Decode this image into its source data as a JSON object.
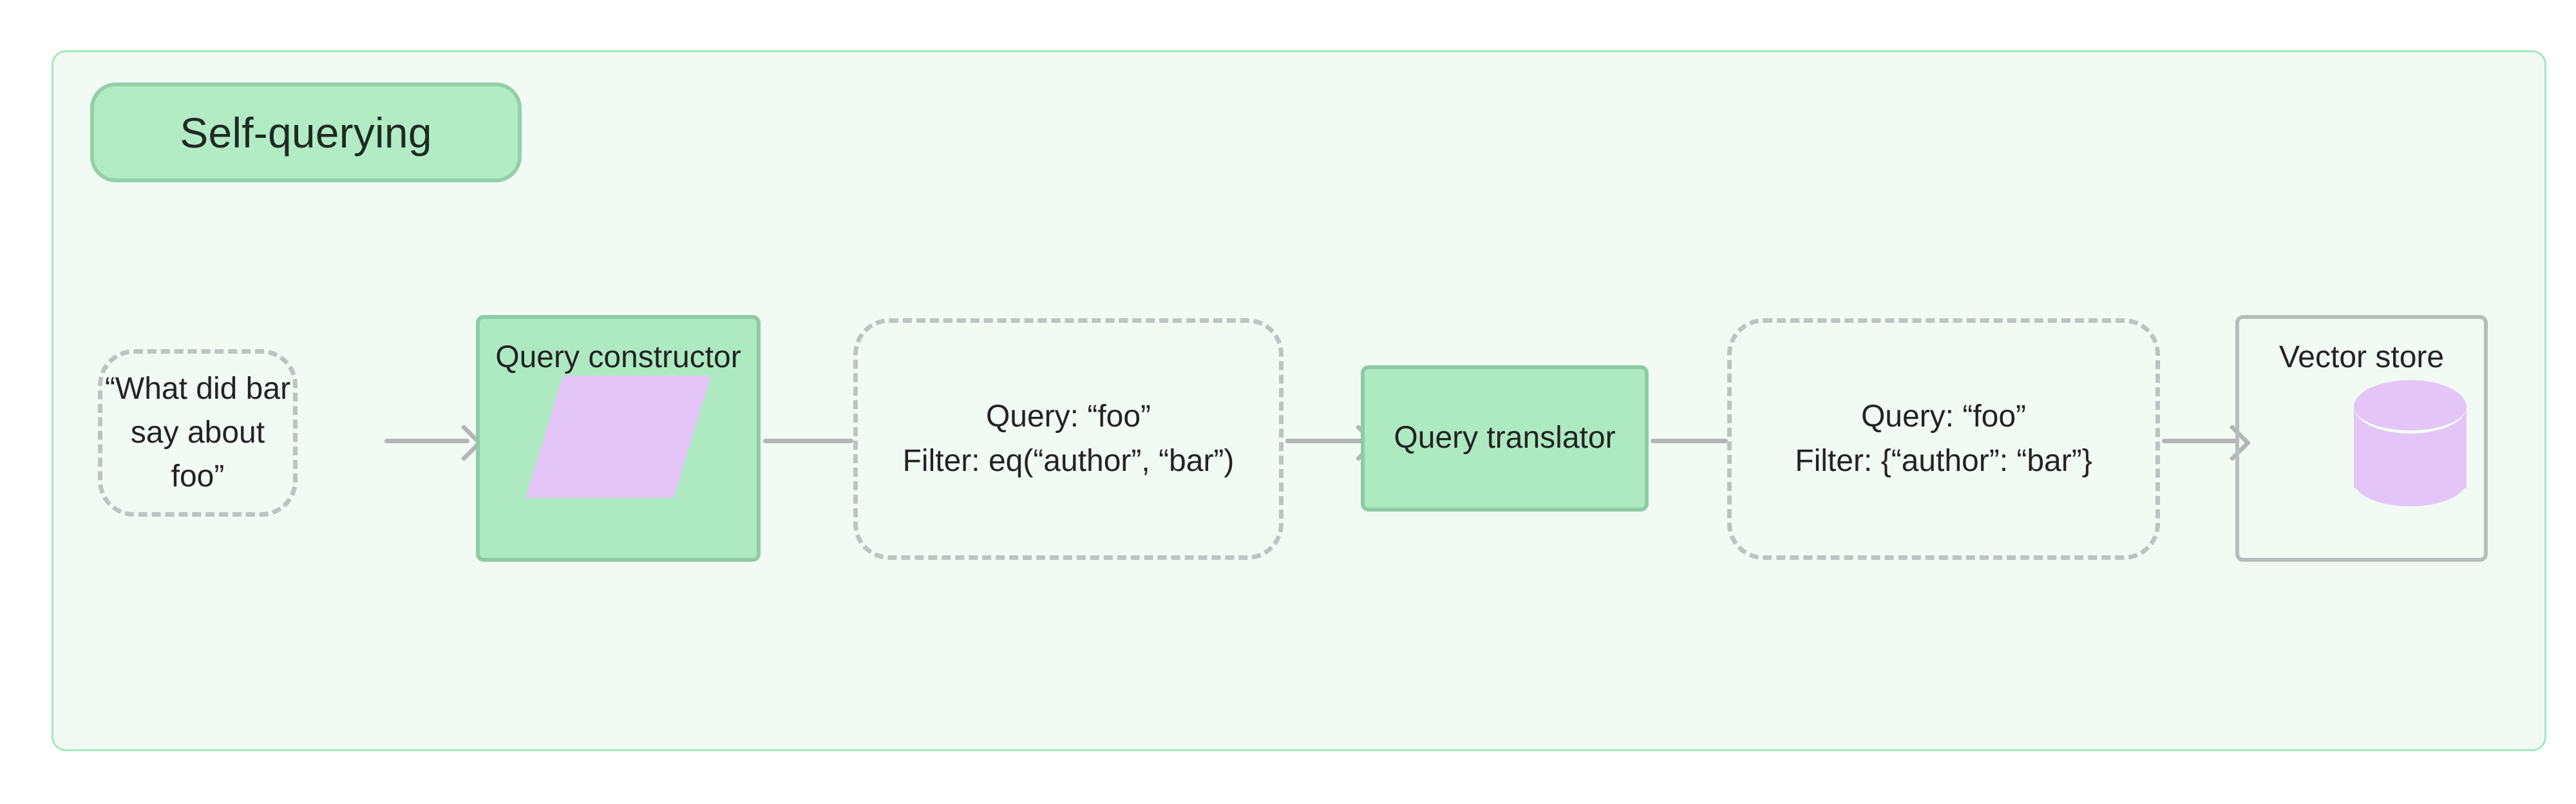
{
  "diagram": {
    "title": "Self-querying",
    "background_color": "#ffffff",
    "container_fill": "#f1fbf4",
    "container_border": "#a5e8bf",
    "accent_green_fill": "#aeeac1",
    "accent_green_border": "#8ecba4",
    "accent_purple": "#e3c6f7",
    "edge_color": "#b2b6b4",
    "dashed_border_color": "#bcc3c0",
    "text_color": "#232323"
  },
  "nodes": [
    {
      "id": "user-question",
      "kind": "data",
      "label": "“What did bar\nsay about foo”"
    },
    {
      "id": "query-constructor",
      "kind": "process",
      "label": "Query constructor",
      "glyph": "parallelogram-icon"
    },
    {
      "id": "structured-query",
      "kind": "data",
      "label": "Query: “foo”\nFilter: eq(“author”, “bar”)"
    },
    {
      "id": "query-translator",
      "kind": "process",
      "label": "Query translator"
    },
    {
      "id": "translated-query",
      "kind": "data",
      "label": "Query: “foo”\nFilter: {“author”: “bar”}"
    },
    {
      "id": "vector-store",
      "kind": "store",
      "label": "Vector store",
      "glyph": "database-cylinder-icon"
    }
  ],
  "edges": [
    {
      "id": "e1",
      "from": "user-question",
      "to": "query-constructor",
      "arrow": true
    },
    {
      "id": "e2",
      "from": "query-constructor",
      "to": "structured-query",
      "arrow": false
    },
    {
      "id": "e3",
      "from": "structured-query",
      "to": "query-translator",
      "arrow": true
    },
    {
      "id": "e4",
      "from": "query-translator",
      "to": "translated-query",
      "arrow": false
    },
    {
      "id": "e5",
      "from": "translated-query",
      "to": "vector-store",
      "arrow": true
    }
  ]
}
